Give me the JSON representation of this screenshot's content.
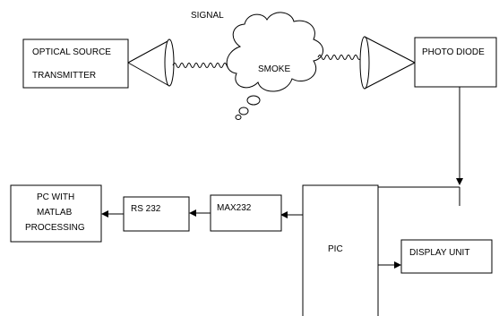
{
  "labels": {
    "signal": "SIGNAL",
    "smoke": "SMOKE",
    "optical_source_1": "OPTICAL SOURCE",
    "optical_source_2": "TRANSMITTER",
    "photo_diode": "PHOTO DIODE",
    "pc_1": "PC WITH",
    "pc_2": "MATLAB",
    "pc_3": "PROCESSING",
    "rs232": "RS 232",
    "max232": "MAX232",
    "pic": "PIC",
    "display_unit": "DISPLAY UNIT"
  }
}
